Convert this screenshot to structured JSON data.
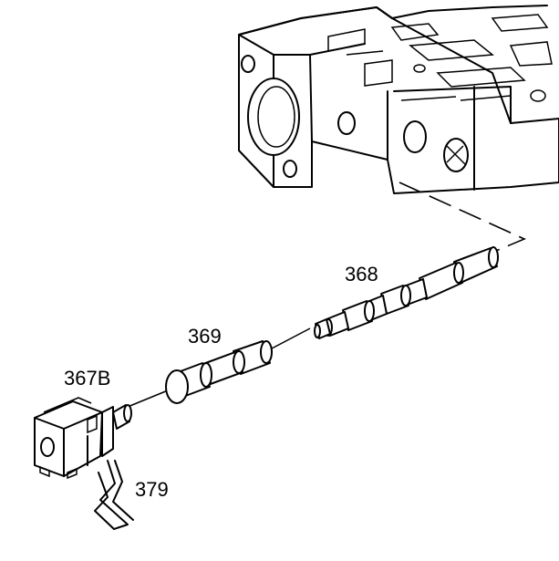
{
  "labels": {
    "valve_368": "368",
    "valve_369": "369",
    "solenoid_367b": "367B",
    "clip_379": "379"
  }
}
